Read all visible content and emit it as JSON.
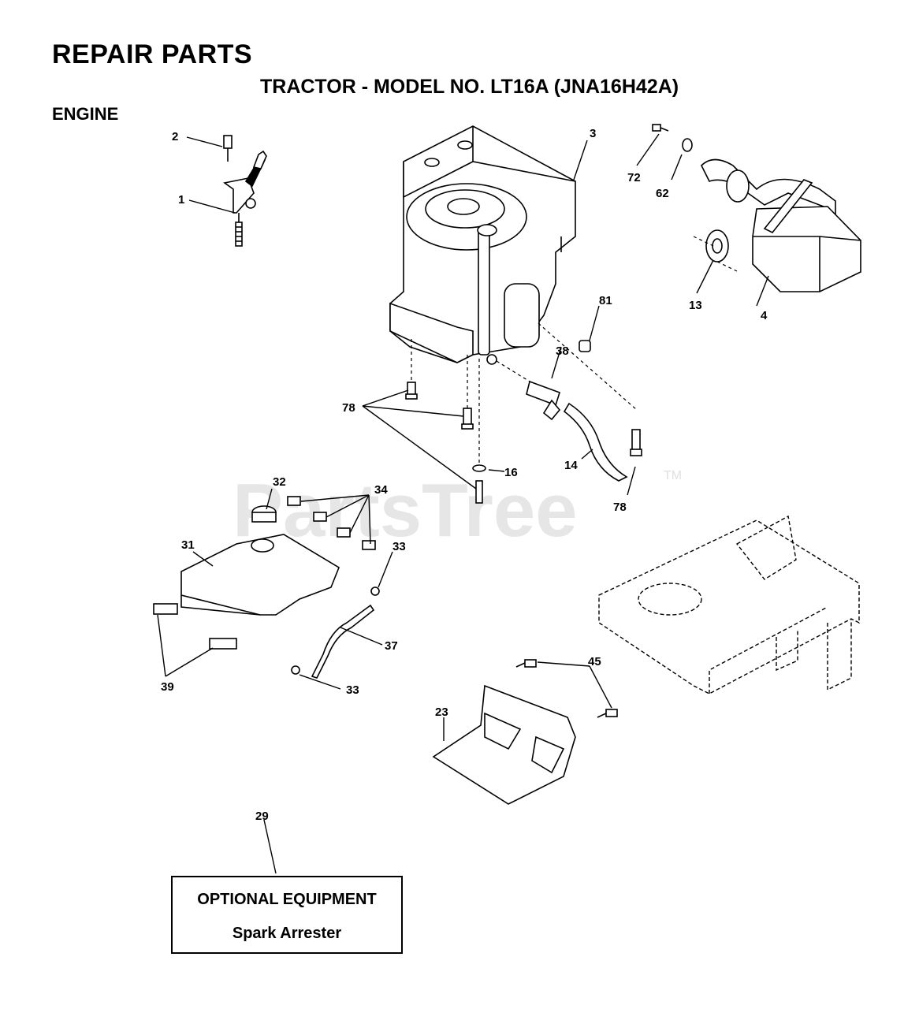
{
  "header": {
    "title": "REPAIR PARTS",
    "subtitle": "TRACTOR - MODEL NO. LT16A (JNA16H42A)",
    "section": "ENGINE"
  },
  "watermark": {
    "text": "PartsTree",
    "tm": "TM"
  },
  "callouts": {
    "p1": "1",
    "p2": "2",
    "p3": "3",
    "p4": "4",
    "p13": "13",
    "p14": "14",
    "p16": "16",
    "p23": "23",
    "p29": "29",
    "p31": "31",
    "p32": "32",
    "p33a": "33",
    "p33b": "33",
    "p34": "34",
    "p37": "37",
    "p38": "38",
    "p39": "39",
    "p45": "45",
    "p62": "62",
    "p72": "72",
    "p78a": "78",
    "p78b": "78",
    "p81": "81"
  },
  "optional": {
    "title": "OPTIONAL EQUIPMENT",
    "item": "Spark Arrester"
  }
}
